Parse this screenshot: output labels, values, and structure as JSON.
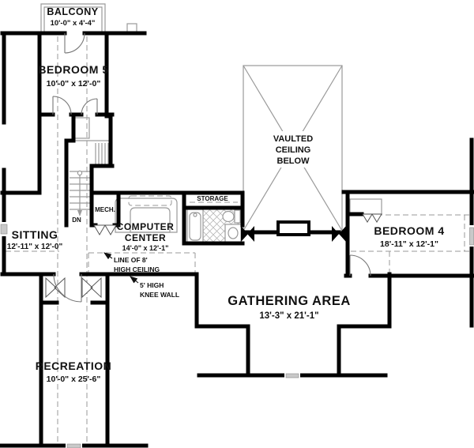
{
  "plan": {
    "rooms": {
      "balcony": {
        "name": "BALCONY",
        "dims": "10'-0\" x 4'-4\""
      },
      "bedroom5": {
        "name": "BEDROOM 5",
        "dims": "10'-0\" x 12'-0\""
      },
      "sitting": {
        "name": "SITTING",
        "dims": "12'-11\" x 12'-0\""
      },
      "computer_center": {
        "line1": "COMPUTER",
        "line2": "CENTER",
        "dims": "14'-0\" x 12'-1\""
      },
      "vaulted_ceiling": {
        "line1": "VAULTED",
        "line2": "CEILING",
        "line3": "BELOW"
      },
      "storage": {
        "name": "STORAGE"
      },
      "mech": {
        "name": "MECH."
      },
      "bedroom4": {
        "name": "BEDROOM 4",
        "dims": "18'-11\" x 12'-1\""
      },
      "gathering": {
        "name": "GATHERING AREA",
        "dims": "13'-3\" x 21'-1\""
      },
      "recreation": {
        "name": "RECREATION",
        "dims": "10'-0\" x 25'-6\""
      }
    },
    "annotations": {
      "stair_direction": "DN",
      "ceiling_line_1": "LINE OF 8'",
      "ceiling_line_2": "HIGH CEILING",
      "knee_wall_1": "5' HIGH",
      "knee_wall_2": "KNEE WALL"
    },
    "colors": {
      "wall": "#000000",
      "thin_line": "#9a9a9a",
      "dashed_line": "#999999",
      "window_fill": "#c9c9c9",
      "background": "#ffffff",
      "text": "#111111"
    }
  }
}
